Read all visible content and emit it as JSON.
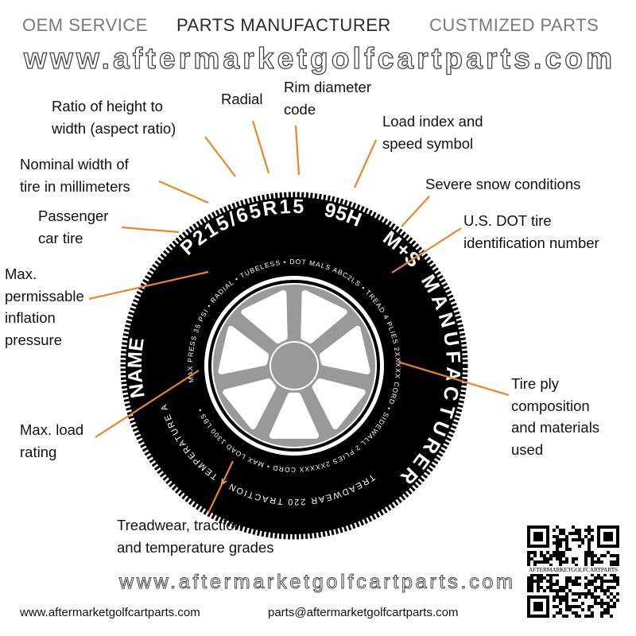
{
  "header": {
    "items": [
      "OEM SERVICE",
      "PARTS MANUFACTURER",
      "CUSTMIZED PARTS"
    ]
  },
  "tire": {
    "size_code": "P215/65R15",
    "load_speed": "95H",
    "snow": "M+S",
    "name": "NAME",
    "manufacturer": "MANUFACTURER",
    "grades": "TREADWEAR 220 TRACTION A TEMPERATURE A",
    "inner_ring": "MAX PRESS 35 PSI • RADIAL • TUBELESS • DOT MALS ABC2LS • TREAD 4 PLIES 2XXXXX CORD • SIDEWALL 2 PLIES 2XXXXX CORD • MAX LOAD 1300 LBS •"
  },
  "labels": {
    "aspect_ratio": [
      "Ratio of height to",
      "width (aspect ratio)"
    ],
    "radial": [
      "Radial"
    ],
    "rim_diameter": [
      "Rim diameter",
      "code"
    ],
    "load_index": [
      "Load index and",
      "speed symbol"
    ],
    "nominal_width": [
      "Nominal width of",
      "tire in millimeters"
    ],
    "snow": [
      "Severe snow conditions"
    ],
    "dot": [
      "U.S. DOT tire",
      "identification number"
    ],
    "passenger": [
      "Passenger",
      "car tire"
    ],
    "inflation": [
      "Max.",
      "permissable",
      "inflation",
      "pressure"
    ],
    "ply": [
      "Tire ply",
      "composition",
      "and materials",
      "used"
    ],
    "max_load": [
      "Max. load",
      "rating"
    ],
    "treadwear": [
      "Treadwear, traction",
      "and temperature grades"
    ]
  },
  "watermark": {
    "large": "www.aftermarketgolfcartparts.com",
    "small": "www.aftermarketgolfcartparts.com"
  },
  "qr": {
    "caption": "AFTERMARKETGOLFCARTPARTS"
  },
  "footer": {
    "website": "www.aftermarketgolfcartparts.com",
    "email": "parts@aftermarketgolfcartparts.com"
  },
  "colors": {
    "leader": "#e8862a",
    "header_gray": "#7a7a7a",
    "header_dark": "#2a2a2a"
  }
}
